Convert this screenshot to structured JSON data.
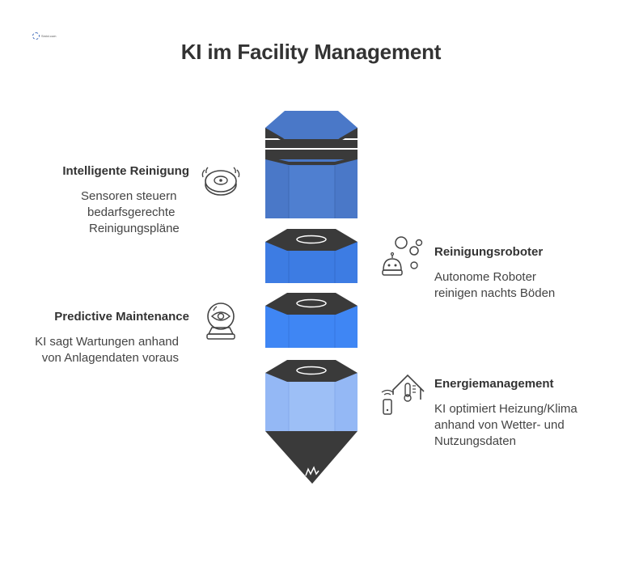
{
  "logo": {
    "text": "Smixi.com"
  },
  "title": "KI im Facility Management",
  "items": [
    {
      "heading": "Intelligente Reinigung",
      "lines": [
        "Sensoren steuern",
        "bedarfsgerechte",
        "Reinigungspläne"
      ],
      "icon": "robot-vacuum-icon"
    },
    {
      "heading": "Reinigungsroboter",
      "lines": [
        "Autonome Roboter",
        "reinigen nachts Böden"
      ],
      "icon": "cleaning-robot-icon"
    },
    {
      "heading": "Predictive Maintenance",
      "lines": [
        "KI sagt Wartungen anhand",
        "von Anlagendaten voraus"
      ],
      "icon": "crystal-ball-eye-icon"
    },
    {
      "heading": "Energiemanagement",
      "lines": [
        "KI optimiert Heizung/Klima",
        "anhand von Wetter- und",
        "Nutzungsdaten"
      ],
      "icon": "smart-home-thermometer-icon"
    }
  ],
  "colors": {
    "segment1": "#4a78c8",
    "segment2": "#3d7ce3",
    "segment3": "#3f86f4",
    "segment4": "#94b8f5",
    "dark": "#3a3a3a",
    "text": "#333333"
  }
}
